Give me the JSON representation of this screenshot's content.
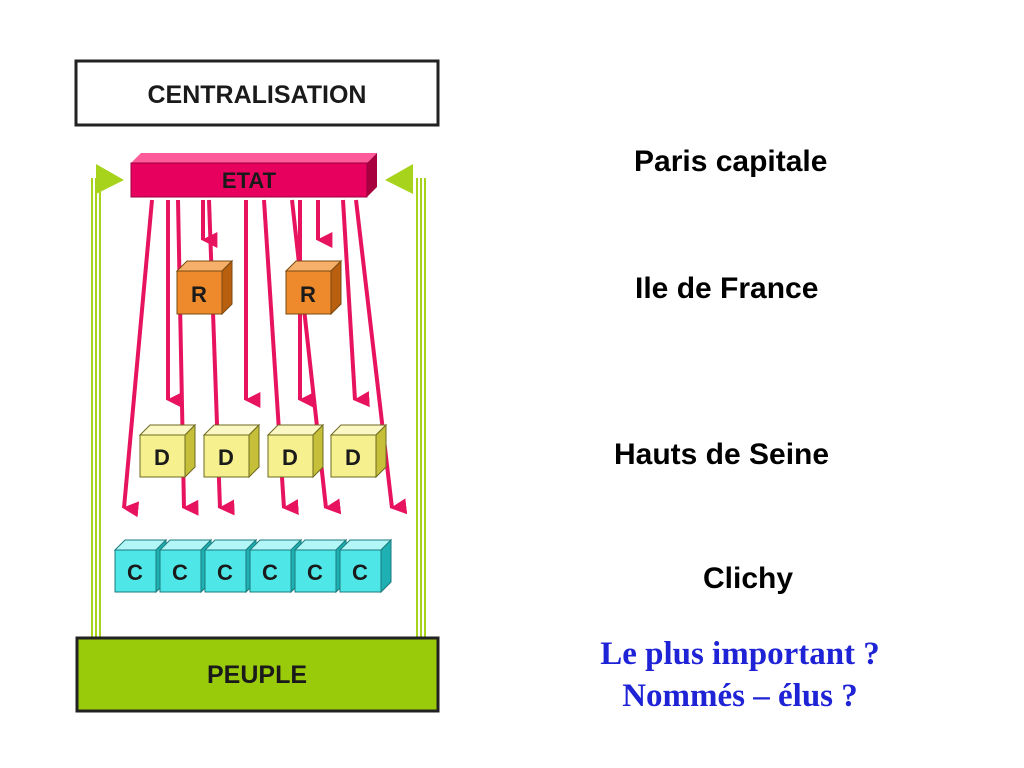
{
  "diagram": {
    "title": "CENTRALISATION",
    "state": "ETAT",
    "people": "PEUPLE",
    "regions": [
      "R",
      "R"
    ],
    "departments": [
      "D",
      "D",
      "D",
      "D"
    ],
    "communes": [
      "C",
      "C",
      "C",
      "C",
      "C",
      "C"
    ]
  },
  "levels": {
    "paris": "Paris capitale",
    "idf": "Ile de France",
    "hds": "Hauts de Seine",
    "clichy": "Clichy"
  },
  "questions": {
    "q1": "Le plus important ?",
    "q2": "Nommés – élus ?"
  },
  "colors": {
    "state": "#e8005e",
    "arrow": "#e8135f",
    "region": "#ee8a2b",
    "department": "#f6f08e",
    "commune": "#4fe6e8",
    "people": "#9acb0a",
    "side_arrow": "#a7d31d",
    "question_text": "#1f23d6"
  }
}
